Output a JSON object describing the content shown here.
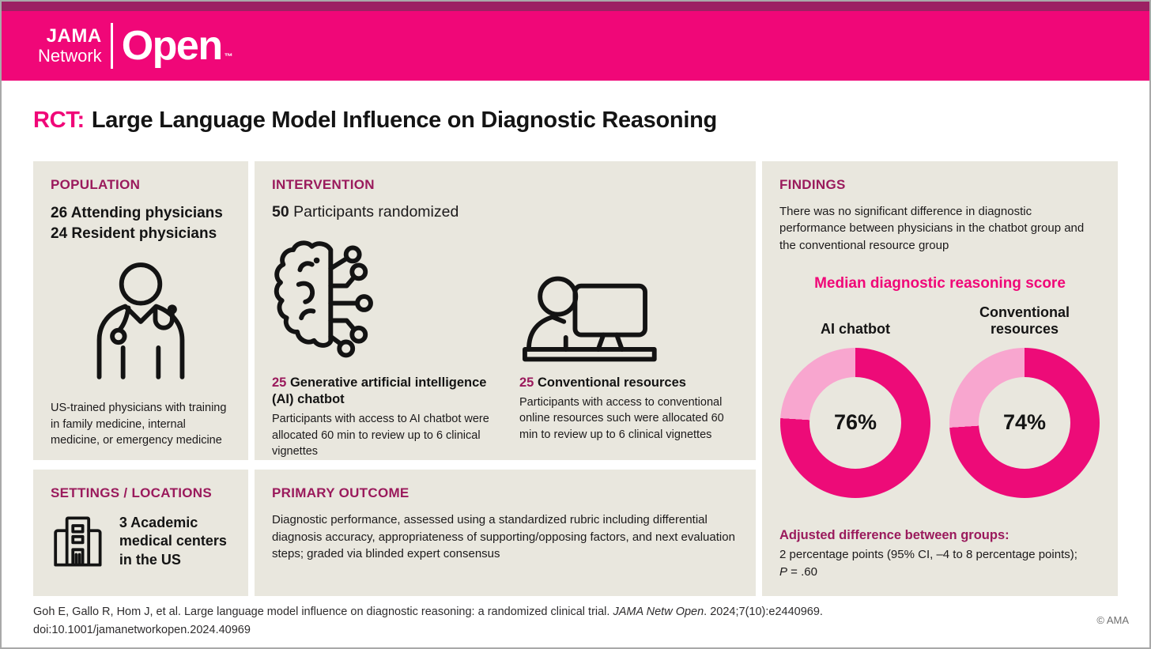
{
  "brand": {
    "jama": "JAMA",
    "network": "Network",
    "open": "Open",
    "tm": "™"
  },
  "title": {
    "tag": "RCT:",
    "text": "Large Language Model Influence on Diagnostic Reasoning"
  },
  "population": {
    "heading": "POPULATION",
    "line1": "26 Attending physicians",
    "line2": "24 Resident physicians",
    "note": "US-trained physicians with training in family medicine, internal medicine, or emergency medicine"
  },
  "intervention": {
    "heading": "INTERVENTION",
    "lead_num": "50",
    "lead_text": "Participants randomized",
    "arms": [
      {
        "num": "25",
        "title": "Generative artificial intelligence (AI) chatbot",
        "desc": "Participants with access to AI chatbot were allocated 60 min to review up to 6 clinical vignettes"
      },
      {
        "num": "25",
        "title": "Conventional resources",
        "desc": "Participants with access to conventional online resources such were allocated 60 min to review up to 6 clinical vignettes"
      }
    ]
  },
  "findings": {
    "heading": "FINDINGS",
    "summary": "There was no significant difference in diagnostic performance between physicians in the chatbot group and the conventional resource group",
    "adjusted_heading": "Adjusted difference between groups:",
    "adjusted_line1": "2 percentage points (95% CI, –4 to 8 percentage points);",
    "p_label": "P",
    "p_value": " = .60"
  },
  "settings": {
    "heading": "SETTINGS / LOCATIONS",
    "text": "3 Academic medical centers in the US"
  },
  "outcome": {
    "heading": "PRIMARY OUTCOME",
    "text": "Diagnostic performance, assessed using a standardized rubric including differential diagnosis accuracy, appropriateness of supporting/opposing factors, and next evaluation steps; graded via blinded expert consensus"
  },
  "footer": {
    "citation_pre": "Goh E, Gallo R, Hom J, et al. Large language model influence on diagnostic reasoning: a randomized clinical trial. ",
    "citation_journal": "JAMA Netw Open",
    "citation_post": ". 2024;7(10):e2440969.",
    "doi": "doi:10.1001/jamanetworkopen.2024.40969",
    "copyright": "© AMA"
  },
  "colors": {
    "brand_pink": "#F00778",
    "brand_dark_strip": "#9C2063",
    "heading_magenta": "#9A1A5C",
    "panel_bg": "#E9E7DE",
    "donut_primary": "#ED0B78",
    "donut_secondary": "#F8A6CF"
  },
  "chart_data": {
    "type": "pie",
    "subtype": "donut",
    "title": "Median diagnostic reasoning score",
    "legend_position": "none",
    "charts": [
      {
        "label": "AI chatbot",
        "value_pct": 76,
        "display": "76%",
        "slices": [
          76,
          24
        ]
      },
      {
        "label": "Conventional resources",
        "value_pct": 74,
        "display": "74%",
        "slices": [
          74,
          26
        ]
      }
    ],
    "colors": {
      "primary": "#ED0B78",
      "secondary": "#F8A6CF"
    },
    "annotation": "Adjusted difference between groups: 2 percentage points (95% CI, –4 to 8 percentage points); P = .60"
  }
}
